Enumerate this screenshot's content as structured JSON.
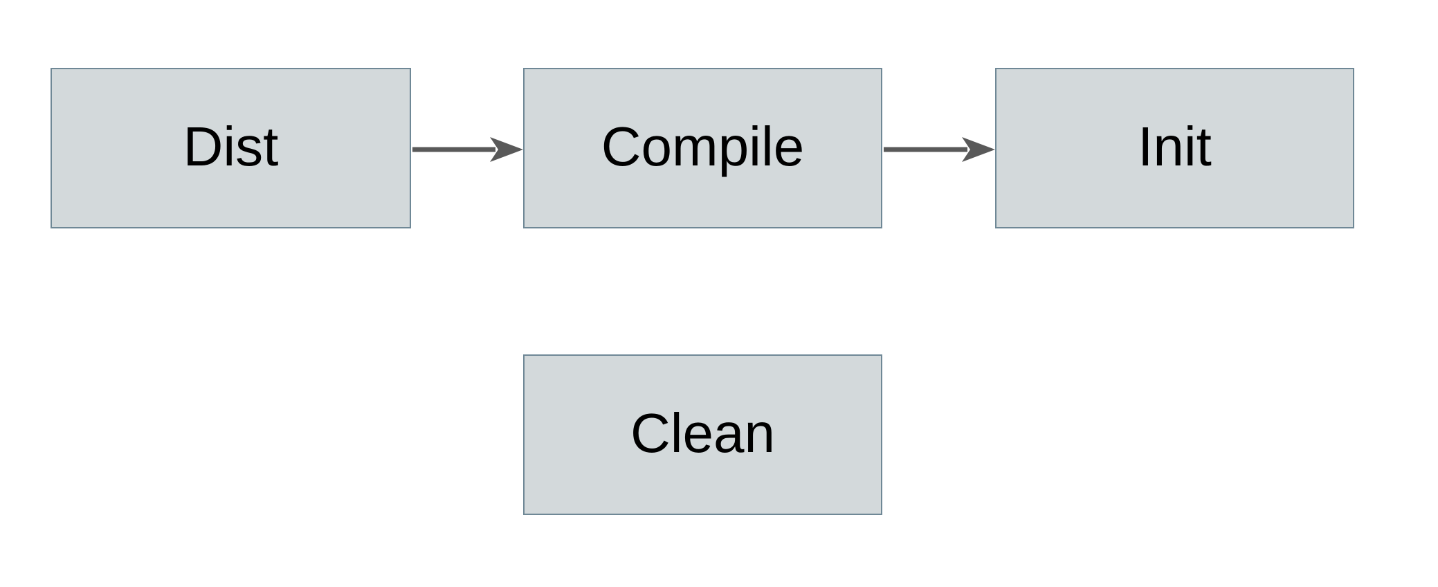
{
  "diagram": {
    "colors": {
      "canvas_bg": "#ffffff",
      "node_fill": "#d3d9db",
      "node_border": "#6f8896",
      "arrow_color": "#595959",
      "text_color": "#000000"
    },
    "nodes": [
      {
        "id": "dist",
        "label": "Dist"
      },
      {
        "id": "compile",
        "label": "Compile"
      },
      {
        "id": "init",
        "label": "Init"
      },
      {
        "id": "clean",
        "label": "Clean"
      }
    ],
    "edges": [
      {
        "from": "Dist",
        "to": "Compile",
        "direction": "right"
      },
      {
        "from": "Compile",
        "to": "Init",
        "direction": "right"
      }
    ]
  }
}
